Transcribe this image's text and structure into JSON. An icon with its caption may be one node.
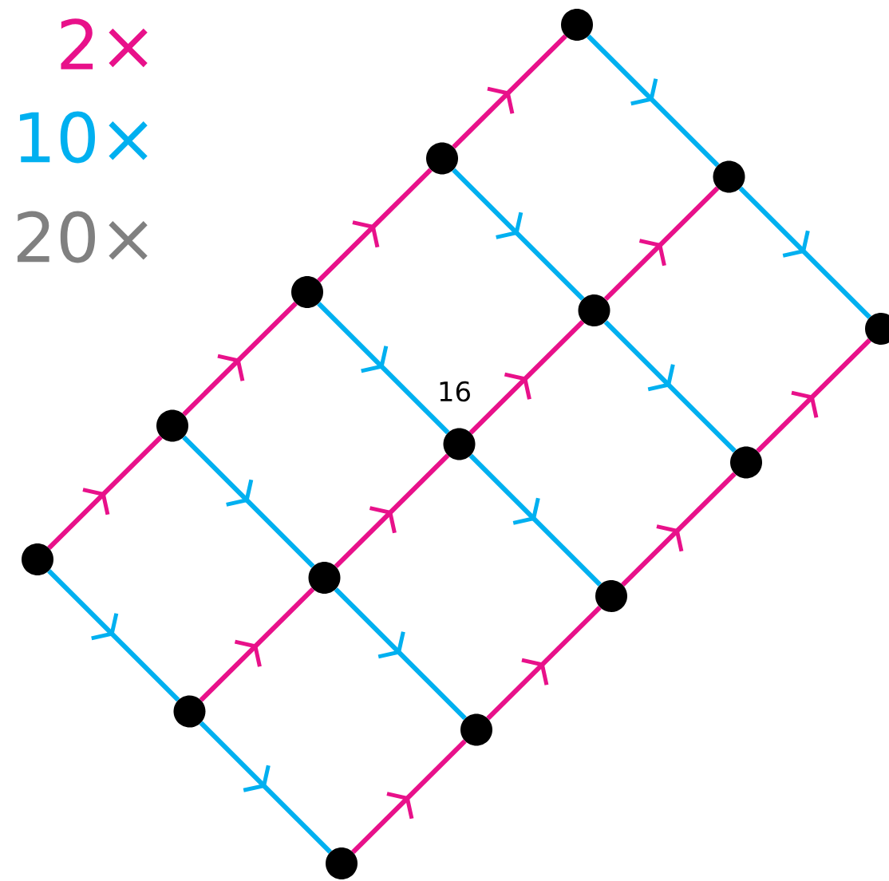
{
  "diagram": {
    "nodes": [
      {
        "text": [],
        "shape": "circle"
      },
      {
        "text": [],
        "shape": "circle"
      },
      {
        "text": [],
        "shape": "circle"
      },
      {
        "text": [],
        "shape": "circle"
      },
      {
        "text": [],
        "shape": "circle"
      },
      {
        "text": [],
        "shape": "circle"
      },
      {
        "text": [],
        "shape": "circle"
      },
      {
        "text": [],
        "shape": "circle",
        "beside": [
          "16"
        ]
      },
      {
        "text": [],
        "shape": "circle"
      },
      {
        "text": [],
        "shape": "circle"
      },
      {
        "text": [],
        "shape": "circle"
      },
      {
        "text": [],
        "shape": "circle"
      },
      {
        "text": [],
        "shape": "circle"
      },
      {
        "text": [],
        "shape": "circle"
      },
      {
        "text": [],
        "shape": "circle"
      }
    ],
    "edges": [
      {
        "from": 0,
        "to": 1,
        "arrow": "to"
      },
      {
        "from": 1,
        "to": 3,
        "arrow": "to"
      },
      {
        "from": 3,
        "to": 6,
        "arrow": "to"
      },
      {
        "from": 6,
        "to": 9,
        "arrow": "to"
      },
      {
        "from": 2,
        "to": 4,
        "arrow": "to"
      },
      {
        "from": 4,
        "to": 7,
        "arrow": "to"
      },
      {
        "from": 7,
        "to": 10,
        "arrow": "to"
      },
      {
        "from": 10,
        "to": 12,
        "arrow": "to"
      },
      {
        "from": 5,
        "to": 8,
        "arrow": "to"
      },
      {
        "from": 8,
        "to": 11,
        "arrow": "to"
      },
      {
        "from": 11,
        "to": 13,
        "arrow": "to"
      },
      {
        "from": 13,
        "to": 14,
        "arrow": "to"
      },
      {
        "from": 0,
        "to": 2,
        "arrow": "to",
        "color": "#00b0f0"
      },
      {
        "from": 2,
        "to": 5,
        "arrow": "to",
        "color": "#00b0f0"
      },
      {
        "from": 1,
        "to": 4,
        "arrow": "to",
        "color": "#00b0f0"
      },
      {
        "from": 4,
        "to": 8,
        "arrow": "to",
        "color": "#00b0f0"
      },
      {
        "from": 3,
        "to": 7,
        "arrow": "to",
        "color": "#00b0f0"
      },
      {
        "from": 7,
        "to": 11,
        "arrow": "to",
        "color": "#00b0f0"
      },
      {
        "from": 6,
        "to": 10,
        "arrow": "to",
        "color": "#00b0f0"
      },
      {
        "from": 10,
        "to": 13,
        "arrow": "to",
        "color": "#00b0f0"
      },
      {
        "from": 9,
        "to": 12,
        "arrow": "to",
        "color": "#00b0f0"
      },
      {
        "from": 12,
        "to": 14,
        "arrow": "to",
        "color": "#00b0f0"
      }
    ],
    "labels": [
      "2×",
      "10×",
      "20×"
    ]
  }
}
